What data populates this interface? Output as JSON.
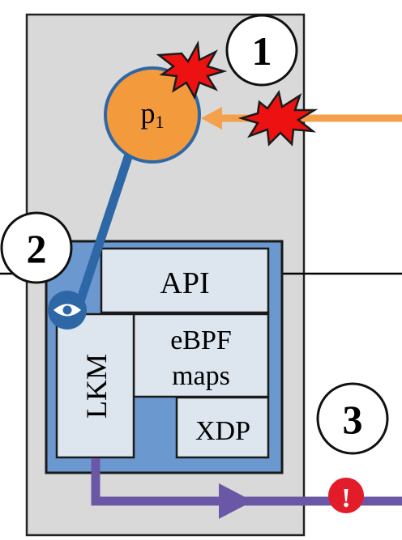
{
  "diagram": {
    "process": {
      "label": "p",
      "subscript": "1"
    },
    "markers": {
      "one": "1",
      "two": "2",
      "three": "3"
    },
    "boxes": {
      "api": "API",
      "ebpf_line1": "eBPF",
      "ebpf_line2": "maps",
      "xdp": "XDP",
      "lkm": "LKM"
    },
    "alert_glyph": "!",
    "colors": {
      "host_fill": "#d9d9d9",
      "kernel_fill": "#6b98cf",
      "box_fill": "#dde5ee",
      "process_fill": "#f39a3c",
      "orange_arrow": "#f5a04a",
      "blue_link": "#2e67a6",
      "purple_arrow": "#6a58a6",
      "explosion": "#ee1111",
      "alert": "#e31c2a"
    },
    "icons": [
      "explosion-icon",
      "eye-icon",
      "alert-icon"
    ]
  }
}
